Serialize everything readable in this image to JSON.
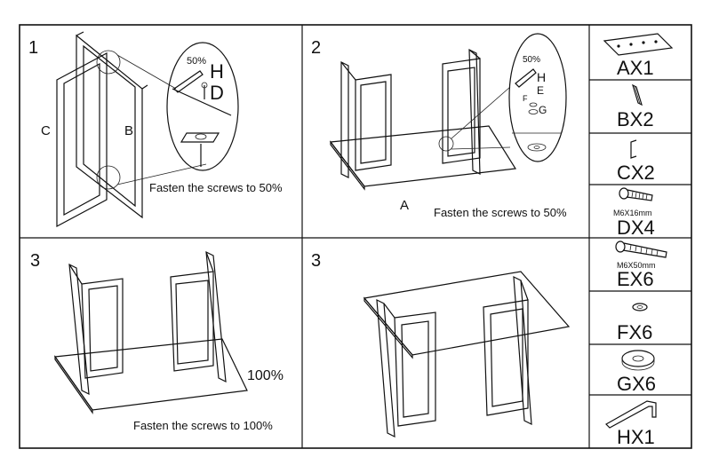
{
  "panels": {
    "p1": {
      "step": "1",
      "label_c": "C",
      "label_b": "B",
      "pct": "50%",
      "screw_h": "H",
      "screw_d": "D",
      "caption": "Fasten the screws to 50%"
    },
    "p2": {
      "step": "2",
      "label_a": "A",
      "pct": "50%",
      "screw_h": "H",
      "screw_e": "E",
      "screw_f": "F",
      "screw_g": "G",
      "caption": "Fasten the screws to 50%"
    },
    "p3a": {
      "step": "3",
      "pct": "100%",
      "caption": "Fasten the screws to 100%"
    },
    "p3b": {
      "step": "3"
    }
  },
  "parts": [
    {
      "code": "AX1",
      "icon": "mounting-plate-icon"
    },
    {
      "code": "BX2",
      "icon": "bracket-icon"
    },
    {
      "code": "CX2",
      "icon": "channel-bracket-icon"
    },
    {
      "code": "DX4",
      "icon": "short-screw-icon",
      "spec": "M6X16mm"
    },
    {
      "code": "EX6",
      "icon": "long-screw-icon",
      "spec": "M6X50mm"
    },
    {
      "code": "FX6",
      "icon": "small-washer-icon"
    },
    {
      "code": "GX6",
      "icon": "large-washer-icon"
    },
    {
      "code": "HX1",
      "icon": "allen-key-icon"
    }
  ]
}
